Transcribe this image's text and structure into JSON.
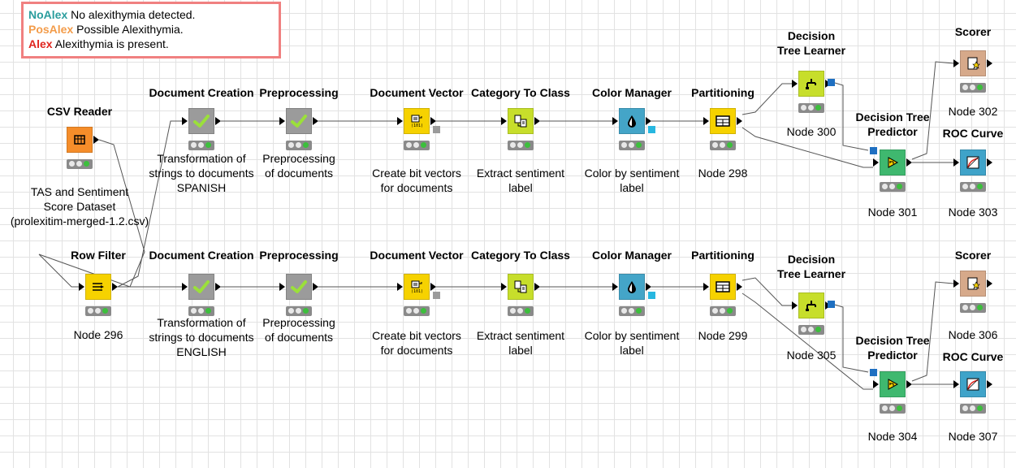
{
  "legend": [
    {
      "code": "NoAlex",
      "text": "No alexithymia detected.",
      "color": "#2a9d9d"
    },
    {
      "code": "PosAlex",
      "text": "Possible Alexithymia.",
      "color": "#f39c4a"
    },
    {
      "code": "Alex",
      "text": "Alexithymia is present.",
      "color": "#e0261f"
    }
  ],
  "nodes": {
    "csv_reader": {
      "title": "CSV Reader",
      "label": "TAS and Sentiment\nScore Dataset\n(prolexitim-merged-1.2.csv)",
      "icon": "table-icon",
      "color": "#f58d2a"
    },
    "row_filter": {
      "title": "Row Filter",
      "label": "Node 296",
      "icon": "filter-icon",
      "color": "#f6d200"
    },
    "doc_creation_es": {
      "title": "Document Creation",
      "label": "Transformation of\nstrings to documents\nSPANISH",
      "icon": "check-icon",
      "color": "#9b9b9b"
    },
    "preproc_es": {
      "title": "Preprocessing",
      "label": "Preprocessing\nof documents",
      "icon": "check-icon",
      "color": "#9b9b9b"
    },
    "doc_vector_es": {
      "title": "Document Vector",
      "label": "Create bit vectors\nfor documents",
      "icon": "vector-icon",
      "color": "#f6d200"
    },
    "cat_to_class_es": {
      "title": "Category To Class",
      "label": "Extract sentiment\nlabel",
      "icon": "class-icon",
      "color": "#c7de2b"
    },
    "color_mgr_es": {
      "title": "Color Manager",
      "label": "Color by sentiment\nlabel",
      "icon": "drop-icon",
      "color": "#44a5c8"
    },
    "partition_es": {
      "title": "Partitioning",
      "label": "Node 298",
      "icon": "grid-icon",
      "color": "#f6d200"
    },
    "dt_learner_es": {
      "title": "Decision\nTree Learner",
      "label": "Node 300",
      "icon": "tree-icon",
      "color": "#c7de2b"
    },
    "dt_predictor_es": {
      "title": "Decision Tree\nPredictor",
      "label": "Node 301",
      "icon": "predict-icon",
      "color": "#3fb86f"
    },
    "scorer_es": {
      "title": "Scorer",
      "label": "Node 302",
      "icon": "scorer-icon",
      "color": "#d6a98a"
    },
    "roc_es": {
      "title": "ROC Curve",
      "label": "Node 303",
      "icon": "roc-icon",
      "color": "#3fa3c9"
    },
    "doc_creation_en": {
      "title": "Document Creation",
      "label": "Transformation of\nstrings to documents\nENGLISH",
      "icon": "check-icon",
      "color": "#9b9b9b"
    },
    "preproc_en": {
      "title": "Preprocessing",
      "label": "Preprocessing\nof documents",
      "icon": "check-icon",
      "color": "#9b9b9b"
    },
    "doc_vector_en": {
      "title": "Document Vector",
      "label": "Create bit vectors\nfor documents",
      "icon": "vector-icon",
      "color": "#f6d200"
    },
    "cat_to_class_en": {
      "title": "Category To Class",
      "label": "Extract sentiment\nlabel",
      "icon": "class-icon",
      "color": "#c7de2b"
    },
    "color_mgr_en": {
      "title": "Color Manager",
      "label": "Color by sentiment\nlabel",
      "icon": "drop-icon",
      "color": "#44a5c8"
    },
    "partition_en": {
      "title": "Partitioning",
      "label": "Node 299",
      "icon": "grid-icon",
      "color": "#f6d200"
    },
    "dt_learner_en": {
      "title": "Decision\nTree Learner",
      "label": "Node 305",
      "icon": "tree-icon",
      "color": "#c7de2b"
    },
    "dt_predictor_en": {
      "title": "Decision Tree\nPredictor",
      "label": "Node 304",
      "icon": "predict-icon",
      "color": "#3fb86f"
    },
    "scorer_en": {
      "title": "Scorer",
      "label": "Node 306",
      "icon": "scorer-icon",
      "color": "#d6a98a"
    },
    "roc_en": {
      "title": "ROC Curve",
      "label": "Node 307",
      "icon": "roc-icon",
      "color": "#3fa3c9"
    }
  }
}
